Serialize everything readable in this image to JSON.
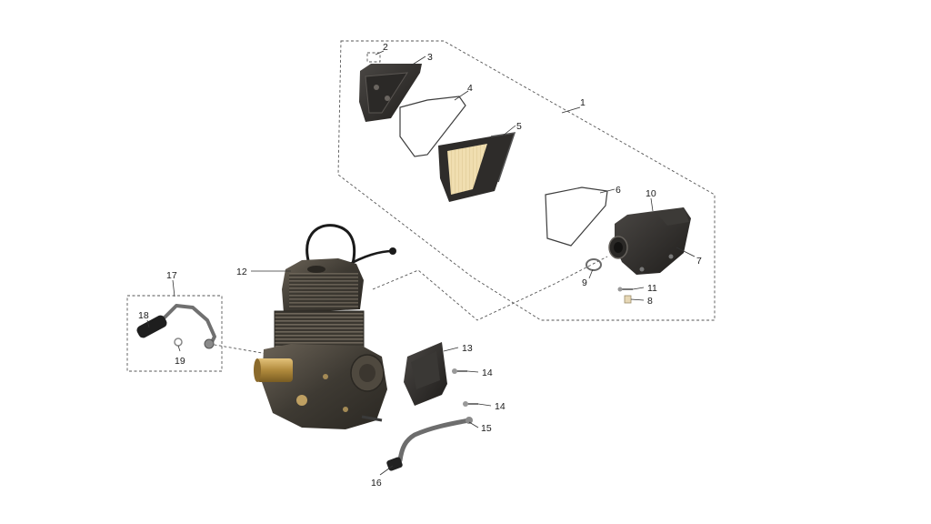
{
  "diagram": {
    "callouts": [
      {
        "id": "c1",
        "text": "1"
      },
      {
        "id": "c2",
        "text": "2"
      },
      {
        "id": "c3",
        "text": "3"
      },
      {
        "id": "c4",
        "text": "4"
      },
      {
        "id": "c5",
        "text": "5"
      },
      {
        "id": "c6",
        "text": "6"
      },
      {
        "id": "c7",
        "text": "7"
      },
      {
        "id": "c8",
        "text": "8"
      },
      {
        "id": "c9",
        "text": "9"
      },
      {
        "id": "c10",
        "text": "10"
      },
      {
        "id": "c11",
        "text": "11"
      },
      {
        "id": "c12",
        "text": "12"
      },
      {
        "id": "c13",
        "text": "13"
      },
      {
        "id": "c14a",
        "text": "14"
      },
      {
        "id": "c14b",
        "text": "14"
      },
      {
        "id": "c15",
        "text": "15"
      },
      {
        "id": "c16",
        "text": "16"
      },
      {
        "id": "c17",
        "text": "17"
      },
      {
        "id": "c18",
        "text": "18"
      },
      {
        "id": "c19",
        "text": "19"
      }
    ]
  }
}
